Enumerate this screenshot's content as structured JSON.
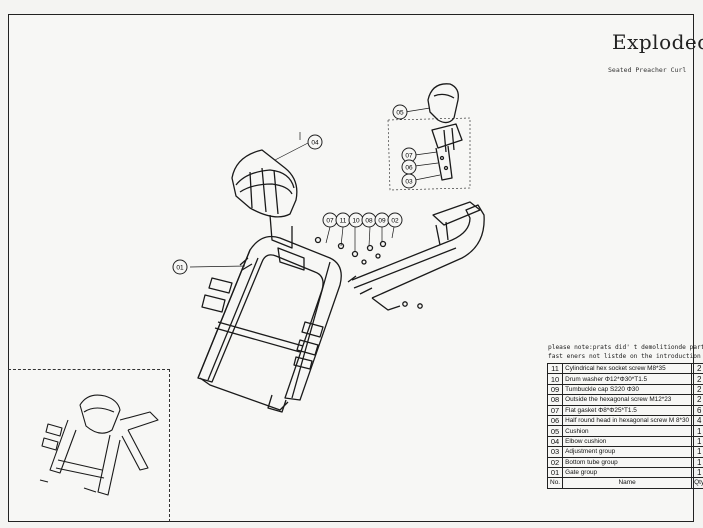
{
  "header": {
    "title": "Exploded",
    "subtitle": "Seated Preacher Curl"
  },
  "note": {
    "line1": "please note:prats did' t  demolitionde part and",
    "line2": "fast eners  not  listde  on  the  introduction"
  },
  "callouts": {
    "c01": "01",
    "c02": "02",
    "c03": "03",
    "c04": "04",
    "c05": "05",
    "c06": "06",
    "c07": "07",
    "c08": "08",
    "c09": "09",
    "c10": "10",
    "c11": "11"
  },
  "parts_table": {
    "rows": [
      {
        "no": "11",
        "name": "Cylindrical hex socket screw M8*35",
        "qty": "2"
      },
      {
        "no": "10",
        "name": "Drum washer Φ12*Φ30*T1.5",
        "qty": "2"
      },
      {
        "no": "09",
        "name": "Tumbuckle cap S220  Φ30",
        "qty": "2"
      },
      {
        "no": "08",
        "name": "Outside the hexagonal screw M12*23",
        "qty": "2"
      },
      {
        "no": "07",
        "name": "Flat gasket Φ8*Φ25*T1.5",
        "qty": "6"
      },
      {
        "no": "06",
        "name": "Half round head in hexagonal screw M 8*30",
        "qty": "4"
      },
      {
        "no": "05",
        "name": "Cushion",
        "qty": "1"
      },
      {
        "no": "04",
        "name": "Elbow cushion",
        "qty": "1"
      },
      {
        "no": "03",
        "name": "Adjustment group",
        "qty": "1"
      },
      {
        "no": "02",
        "name": "Bottom tube group",
        "qty": "1"
      },
      {
        "no": "01",
        "name": "Gate group",
        "qty": "1"
      }
    ],
    "header": {
      "no": "No.",
      "name": "Name",
      "qty": "Qty"
    }
  }
}
